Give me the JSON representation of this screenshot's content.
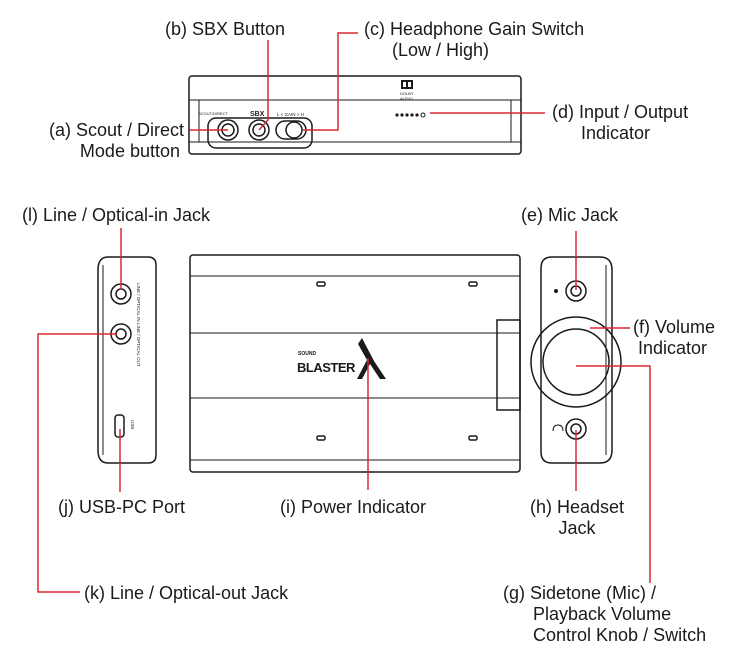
{
  "labels": {
    "a": {
      "line1": "(a) Scout / Direct",
      "line2": "Mode button"
    },
    "b": {
      "text": "(b) SBX Button"
    },
    "c": {
      "line1": "(c) Headphone Gain Switch",
      "line2": "(Low / High)"
    },
    "d": {
      "line1": "(d) Input / Output",
      "line2": "Indicator"
    },
    "e": {
      "text": "(e) Mic Jack"
    },
    "f": {
      "line1": "(f) Volume",
      "line2": "Indicator"
    },
    "g": {
      "line1": "(g) Sidetone (Mic) /",
      "line2": "Playback Volume",
      "line3": "Control Knob / Switch"
    },
    "h": {
      "line1": "(h) Headset",
      "line2": "Jack"
    },
    "i": {
      "text": "(i) Power Indicator"
    },
    "j": {
      "text": "(j) USB-PC Port"
    },
    "k": {
      "text": "(k) Line / Optical-out Jack"
    },
    "l": {
      "text": "(l) Line / Optical-in Jack"
    }
  },
  "device_markings": {
    "sbx": "SBX",
    "gain": "L < GAIN > H",
    "scout": "SCOUT/DIRECT",
    "dolby_top": "DOLBY",
    "dolby_bottom": "AUDIO",
    "sound": "SOUND",
    "blaster": "BLASTER",
    "x": "X",
    "line_in": "LINE / OPTICAL IN",
    "line_out": "LINE / OPTICAL OUT",
    "usb": "USB"
  },
  "colors": {
    "callout": "#d7282f",
    "outline": "#1a1a1a",
    "text": "#1a1a1a"
  }
}
